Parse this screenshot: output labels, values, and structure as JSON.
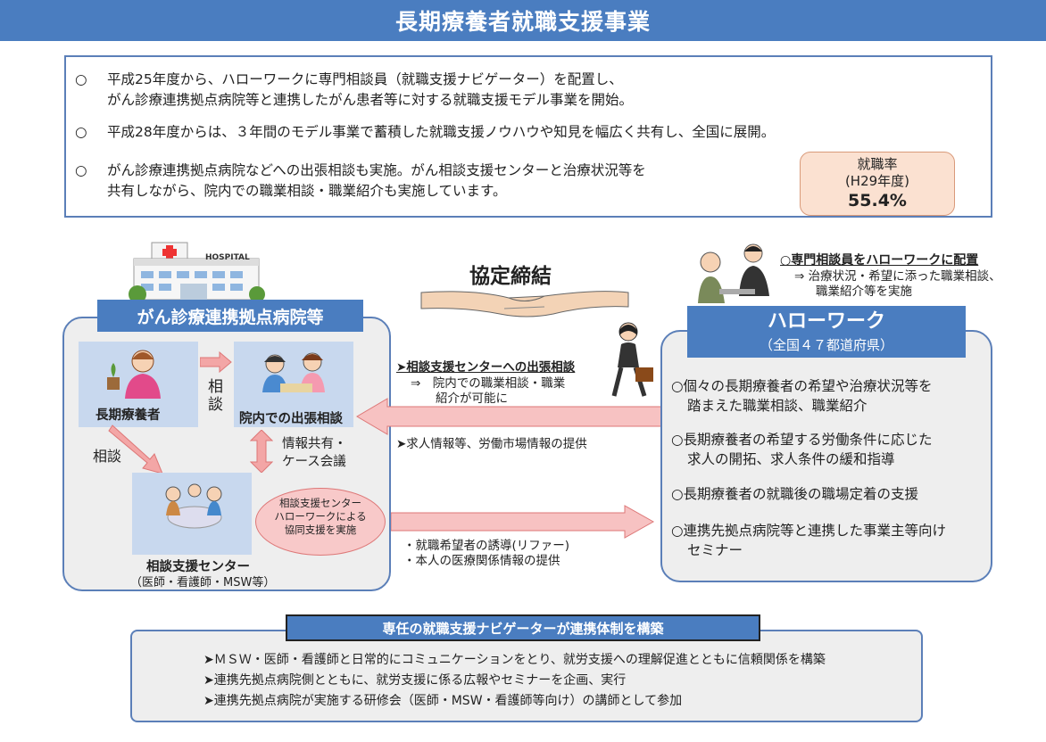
{
  "title": "長期療養者就職支援事業",
  "intro": {
    "bullet_mark": "○",
    "items": [
      {
        "lines": [
          "平成25年度から、ハローワークに専門相談員（就職支援ナビゲーター）を配置し、",
          "がん診療連携拠点病院等と連携したがん患者等に対する就職支援モデル事業を開始。"
        ]
      },
      {
        "lines": [
          "平成28年度からは、３年間のモデル事業で蓄積した就職支援ノウハウや知見を幅広く共有し、全国に展開。"
        ]
      },
      {
        "lines": [
          "がん診療連携拠点病院などへの出張相談も実施。がん相談支援センターと治療状況等を",
          "共有しながら、院内での職業相談・職業紹介も実施しています。"
        ]
      }
    ]
  },
  "rate": {
    "label": "就職率",
    "year": "(H29年度)",
    "value": "55.4%"
  },
  "agreement": "協定締結",
  "hospital_sign": "HOSPITAL",
  "hospital": {
    "label": "がん診療連携拠点病院等",
    "patient": "長期療養者",
    "onsite": "院内での出張相談",
    "consult_1": "相談",
    "consult_2": "相談",
    "info_share": [
      "情報共有・",
      "ケース会議"
    ],
    "center": "相談支援センター",
    "center_sub": "（医師・看護師・MSW等）",
    "oval": [
      "相談支援センター",
      "ハローワークによる",
      "協同支援を実施"
    ]
  },
  "arrows": {
    "dispatch_title": "➤相談支援センターへの出張相談",
    "dispatch_lines": [
      "⇒　院内での職業相談・職業",
      "紹介が可能に"
    ],
    "job_info": "➤求人情報等、労働市場情報の提供",
    "referral_lines": [
      "・就職希望者の誘導(リファー)",
      "・本人の医療関係情報の提供"
    ]
  },
  "hellowork": {
    "staff_title": "○専門相談員をハローワークに配置",
    "staff_lines": [
      "⇒  治療状況・希望に添った職業相談、",
      "職業紹介等を実施"
    ],
    "label": "ハローワーク",
    "sub": "（全国４７都道府県）",
    "items": [
      [
        "○個々の長期療養者の希望や治療状況等を",
        "踏まえた職業相談、職業紹介"
      ],
      [
        "○長期療養者の希望する労働条件に応じた",
        "求人の開拓、求人条件の緩和指導"
      ],
      [
        "○長期療養者の就職後の職場定着の支援"
      ],
      [
        "○連携先拠点病院等と連携した事業主等向け",
        "セミナー"
      ]
    ]
  },
  "bottom": {
    "label": "専任の就職支援ナビゲーターが連携体制を構築",
    "items": [
      "➤ＭＳＷ・医師・看護師と日常的にコミュニケーションをとり、就労支援への理解促進とともに信頼関係を構築",
      "➤連携先拠点病院側とともに、就労支援に係る広報やセミナーを企画、実行",
      "➤連携先拠点病院が実施する研修会（医師・MSW・看護師等向け）の講師として参加"
    ]
  },
  "colors": {
    "accent": "#4a7dc0",
    "arrow": "#f3a6a6",
    "light_blue": "#c8d8ee"
  }
}
